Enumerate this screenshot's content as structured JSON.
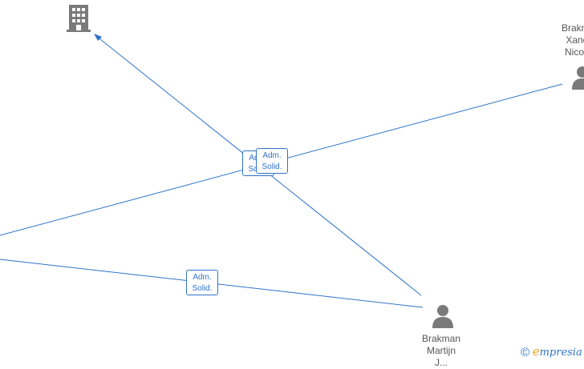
{
  "diagram": {
    "nodes": [
      {
        "id": "company",
        "type": "company",
        "icon": "building-icon",
        "label_lines": []
      },
      {
        "id": "xander",
        "type": "person",
        "icon": "person-icon",
        "label_lines": [
          "Brakm",
          "Xand",
          "Nicol"
        ]
      },
      {
        "id": "martijn",
        "type": "person",
        "icon": "person-icon",
        "label_lines": [
          "Brakman",
          "Martijn",
          "J..."
        ]
      }
    ],
    "edges": [
      {
        "from": "martijn",
        "to": "company",
        "label": [
          "Adm.",
          "Solid."
        ]
      },
      {
        "from": "left-offscreen-1",
        "to": "xander",
        "label": [
          "Adm.",
          "Solid."
        ]
      },
      {
        "from": "left-offscreen-2",
        "to": "martijn",
        "label": [
          "Adm.",
          "Solid."
        ]
      }
    ]
  },
  "colors": {
    "edge": "#2f73c8",
    "icon": "#7a7a7a",
    "label_text": "#555555",
    "brand_accent": "#e8a317"
  },
  "watermark": {
    "copyright_symbol": "©",
    "brand_initial": "e",
    "brand_rest": "mpresia"
  }
}
